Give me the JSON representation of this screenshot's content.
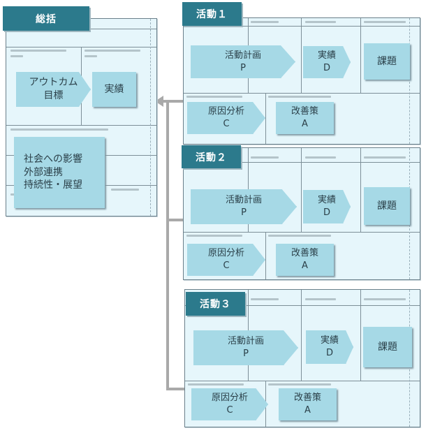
{
  "summary": {
    "tab": "総括",
    "outcome_goal": [
      "アウトカム",
      "目標"
    ],
    "result": "実績",
    "impact": [
      "社会への影響",
      "外部連携",
      "持続性・展望"
    ]
  },
  "activities": [
    {
      "tab": "活動１",
      "plan": [
        "活動計画",
        "P"
      ],
      "do": [
        "実績",
        "D"
      ],
      "issue": "課題",
      "cause": [
        "原因分析",
        "C"
      ],
      "act": [
        "改善策",
        "A"
      ]
    },
    {
      "tab": "活動２",
      "plan": [
        "活動計画",
        "P"
      ],
      "do": [
        "実績",
        "D"
      ],
      "issue": "課題",
      "cause": [
        "原因分析",
        "C"
      ],
      "act": [
        "改善策",
        "A"
      ]
    },
    {
      "tab": "活動３",
      "plan": [
        "活動計画",
        "P"
      ],
      "do": [
        "実績",
        "D"
      ],
      "issue": "課題",
      "cause": [
        "原因分析",
        "C"
      ],
      "act": [
        "改善策",
        "A"
      ]
    }
  ],
  "colors": {
    "tab": "#2c7a8c",
    "box": "#a6d9e6",
    "sheet": "#e6f6fb",
    "connector": "#a9a9a9"
  }
}
